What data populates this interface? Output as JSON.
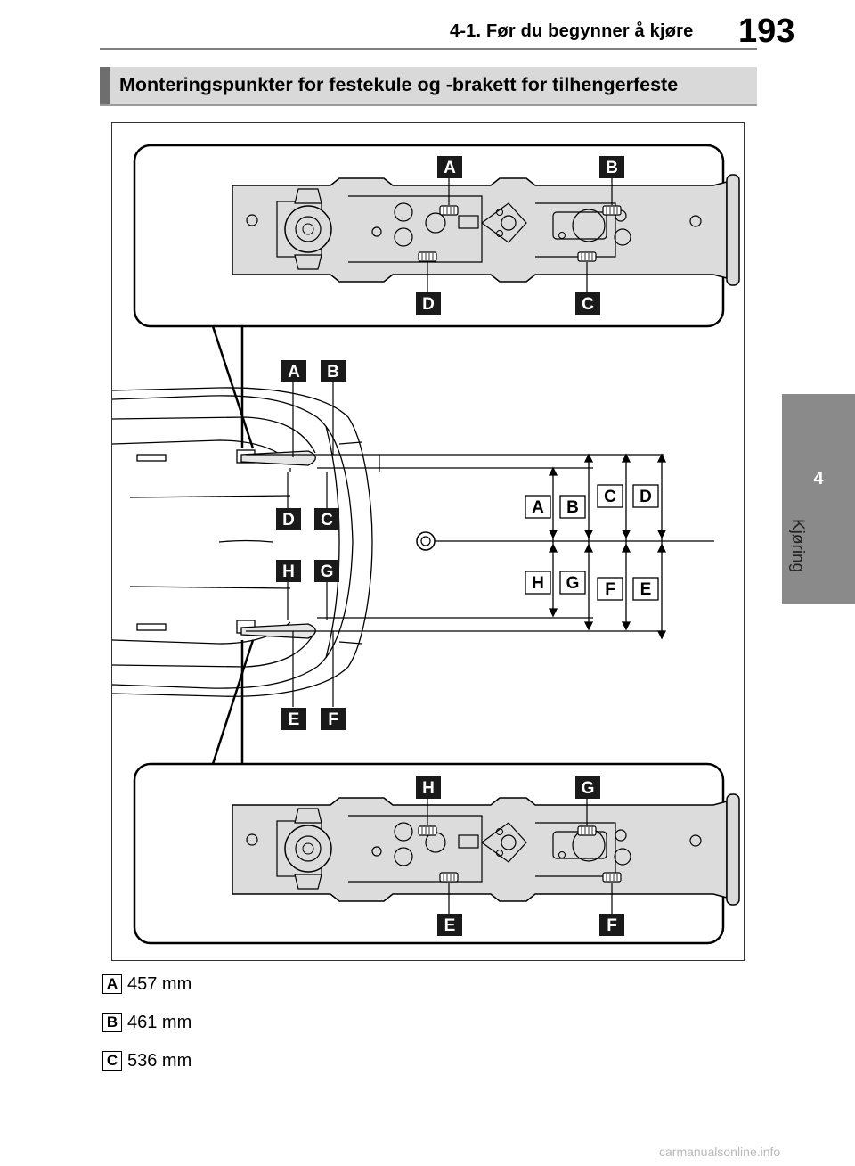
{
  "header": {
    "section": "4-1. Før du begynner å kjøre",
    "page_number": "193"
  },
  "side_tab": {
    "chapter_number": "4",
    "chapter_label": "Kjøring"
  },
  "section_title": "Monteringspunkter for festekule og -brakett for tilhengerfeste",
  "figure": {
    "top_callouts": [
      "A",
      "B",
      "D",
      "C"
    ],
    "vehicle_callouts_top": [
      "A",
      "B"
    ],
    "vehicle_callouts_mid_upper": [
      "D",
      "C"
    ],
    "vehicle_callouts_mid_lower": [
      "H",
      "G"
    ],
    "vehicle_callouts_bottom": [
      "E",
      "F"
    ],
    "dimension_upper": [
      "A",
      "B",
      "C",
      "D"
    ],
    "dimension_lower": [
      "H",
      "G",
      "F",
      "E"
    ],
    "bottom_callouts": [
      "H",
      "G",
      "E",
      "F"
    ]
  },
  "specs": [
    {
      "key": "A",
      "value": "457 mm"
    },
    {
      "key": "B",
      "value": "461 mm"
    },
    {
      "key": "C",
      "value": "536 mm"
    }
  ],
  "watermark": "carmanualsonline.info",
  "colors": {
    "tab": "#8a8a8a",
    "section_bg": "#d9d9d9",
    "callout_bg": "#1a1a1a"
  }
}
